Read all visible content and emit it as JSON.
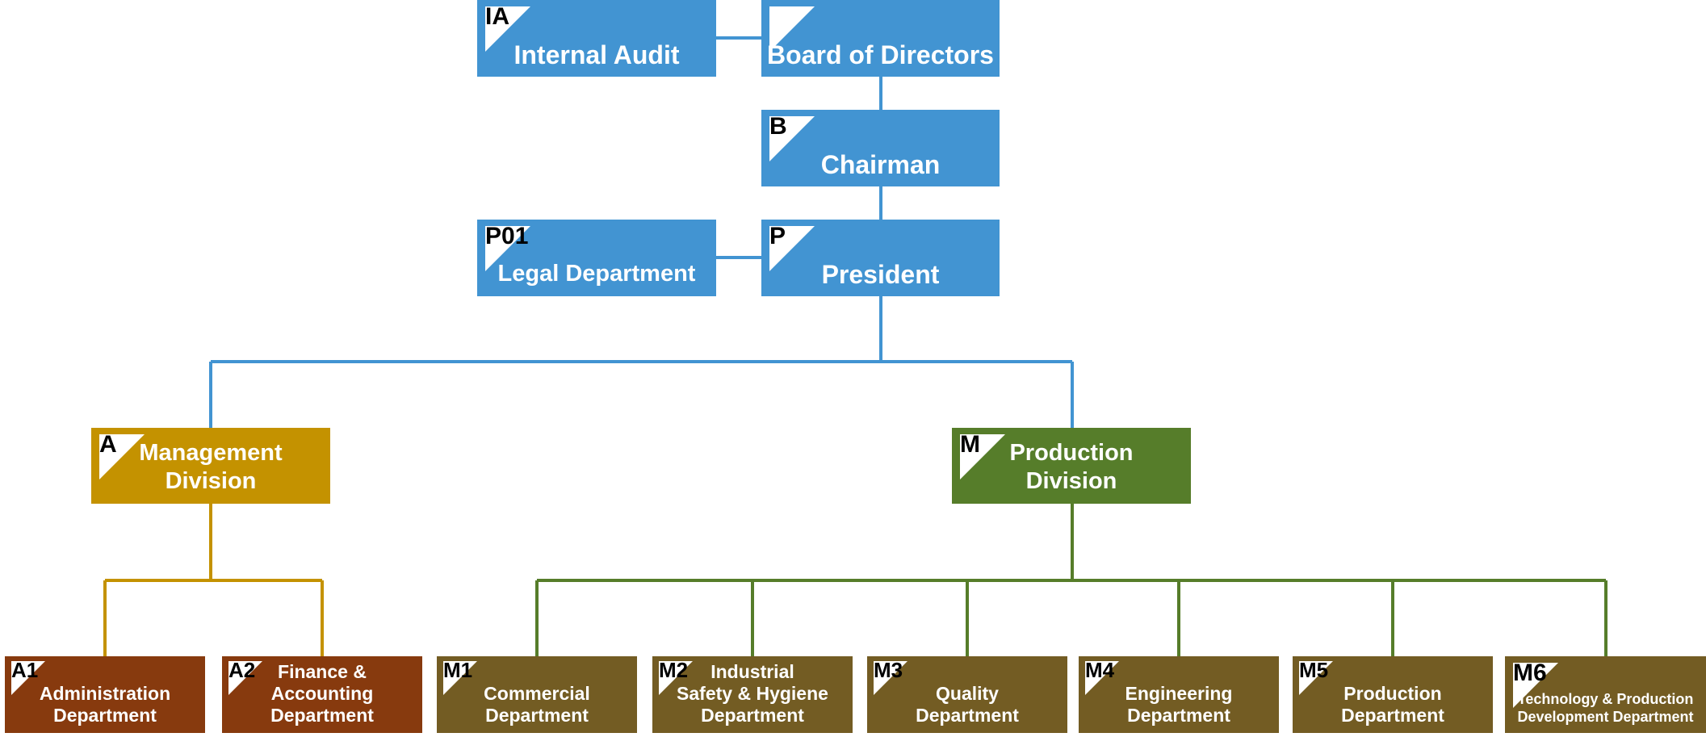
{
  "colors": {
    "blue": "#4294d2",
    "gold": "#c49200",
    "green": "#567d2a",
    "rust": "#873a0e",
    "olive": "#735c23",
    "line_blue": "#4294d2",
    "line_gold": "#c49200",
    "line_green": "#567d2a"
  },
  "nodes": {
    "ia": {
      "code": "IA",
      "lines": [
        "Internal Audit"
      ]
    },
    "board": {
      "code": "",
      "lines": [
        "Board of Directors"
      ]
    },
    "chairman": {
      "code": "B",
      "lines": [
        "Chairman"
      ]
    },
    "legal": {
      "code": "P01",
      "lines": [
        "Legal Department"
      ]
    },
    "president": {
      "code": "P",
      "lines": [
        "President"
      ]
    },
    "mgmt": {
      "code": "A",
      "lines": [
        "Management",
        "Division"
      ]
    },
    "prod": {
      "code": "M",
      "lines": [
        "Production",
        "Division"
      ]
    },
    "a1": {
      "code": "A1",
      "lines": [
        "Administration",
        "Department"
      ]
    },
    "a2": {
      "code": "A2",
      "lines": [
        "Finance &",
        "Accounting",
        "Department"
      ]
    },
    "m1": {
      "code": "M1",
      "lines": [
        "Commercial",
        "Department"
      ]
    },
    "m2": {
      "code": "M2",
      "lines": [
        "Industrial",
        "Safety & Hygiene",
        "Department"
      ]
    },
    "m3": {
      "code": "M3",
      "lines": [
        "Quality",
        "Department"
      ]
    },
    "m4": {
      "code": "M4",
      "lines": [
        "Engineering",
        "Department"
      ]
    },
    "m5": {
      "code": "M5",
      "lines": [
        "Production",
        "Department"
      ]
    },
    "m6": {
      "code": "M6",
      "lines": [
        "Technology &  Production",
        "Development Department"
      ]
    }
  }
}
